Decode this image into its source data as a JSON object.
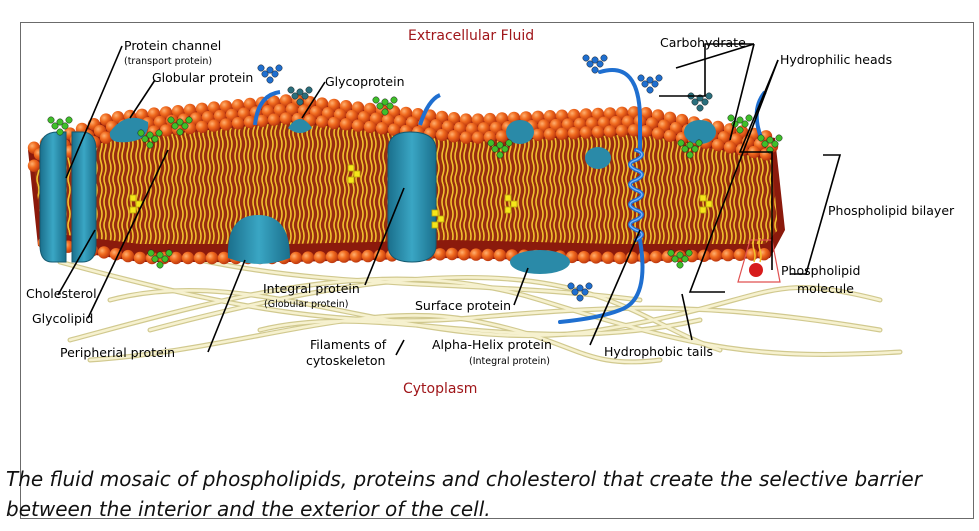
{
  "regions": {
    "extracellular": "Extracellular Fluid",
    "cytoplasm": "Cytoplasm"
  },
  "labels": {
    "protein_channel": "Protein channel",
    "protein_channel_sub": "(transport protein)",
    "globular_protein": "Globular protein",
    "glycoprotein": "Glycoprotein",
    "carbohydrate": "Carbohydrate",
    "hydrophilic_heads": "Hydrophilic heads",
    "phospholipid_bilayer": "Phospholipid bilayer",
    "phospholipid_molecule_1": "Phospholipid",
    "phospholipid_molecule_2": "molecule",
    "cholesterol": "Cholesterol",
    "glycolipid": "Glycolipid",
    "peripheral_protein": "Peripherial protein",
    "integral_protein": "Integral protein",
    "integral_protein_sub": "(Globular protein)",
    "surface_protein": "Surface protein",
    "filaments_1": "Filaments of",
    "filaments_2": "cytoskeleton",
    "alpha_helix": "Alpha-Helix protein",
    "alpha_helix_sub": "(Integral protein)",
    "hydrophobic_tails": "Hydrophobic tails"
  },
  "caption": "The fluid mosaic of phospholipids, proteins and cholesterol that create the selective barrier between the interior and the exterior of the cell.",
  "colors": {
    "head_orange": "#e8531a",
    "membrane_dark": "#8b1a0c",
    "tail_yellow": "#f2c12e",
    "protein_teal": "#2a8aa8",
    "helix_blue": "#1f6fd0",
    "cholesterol_yellow": "#f5e61a",
    "glyco_green": "#3fbf2a",
    "filament": "#f3eec2",
    "region_red": "#a0161a"
  }
}
